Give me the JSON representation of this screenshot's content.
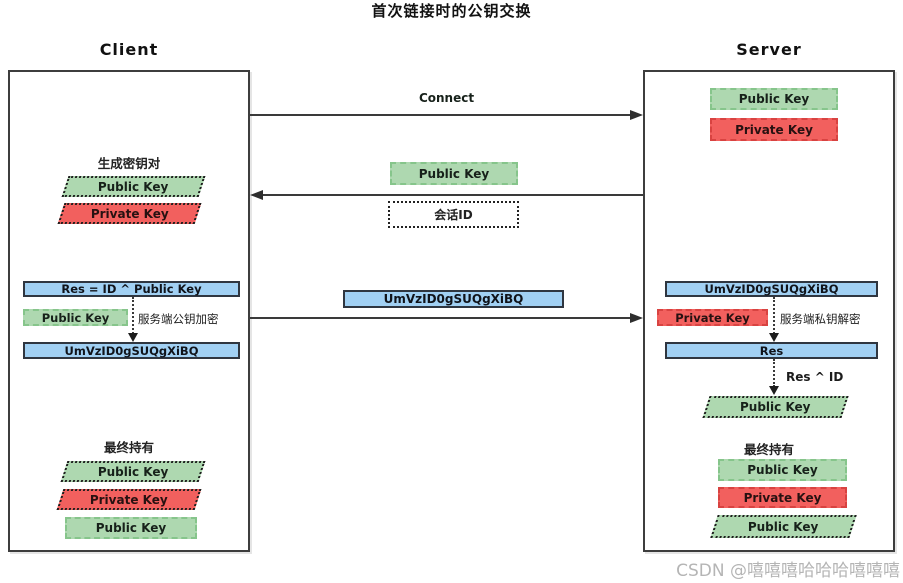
{
  "title": "首次链接时的公钥交换",
  "watermark": "CSDN @嘻嘻嘻哈哈哈嘻嘻嘻",
  "colors": {
    "blue_fill": "#a1d0f3",
    "green_fill": "#aed8b0",
    "red_fill": "#f2605e",
    "line": "#3a3a3a",
    "watermark_gray": "#b5b5b5"
  },
  "channel": {
    "connect_label": "Connect",
    "server_public_key": "Public Key",
    "session_id": "会话ID",
    "cipher": "UmVzID0gSUQgXiBQ"
  },
  "client": {
    "label": "Client",
    "generate_label": "生成密钥对",
    "generated_keys": [
      "Public Key",
      "Private Key"
    ],
    "res_box": "Res = ID ^ Public Key",
    "encrypt_key": "Public Key",
    "encrypt_note": "服务端公钥加密",
    "cipher_box": "UmVzID0gSUQgXiBQ",
    "final_label": "最终持有",
    "final_keys": [
      "Public Key",
      "Private Key",
      "Public Key"
    ]
  },
  "server": {
    "label": "Server",
    "stored_keys": [
      "Public Key",
      "Private Key"
    ],
    "cipher_box": "UmVzID0gSUQgXiBQ",
    "decrypt_key": "Private Key",
    "decrypt_note": "服务端私钥解密",
    "res_box": "Res",
    "xor_label": "Res ^ ID",
    "recovered_key": "Public Key",
    "final_label": "最终持有",
    "final_keys": [
      "Public Key",
      "Private Key",
      "Public Key"
    ]
  }
}
